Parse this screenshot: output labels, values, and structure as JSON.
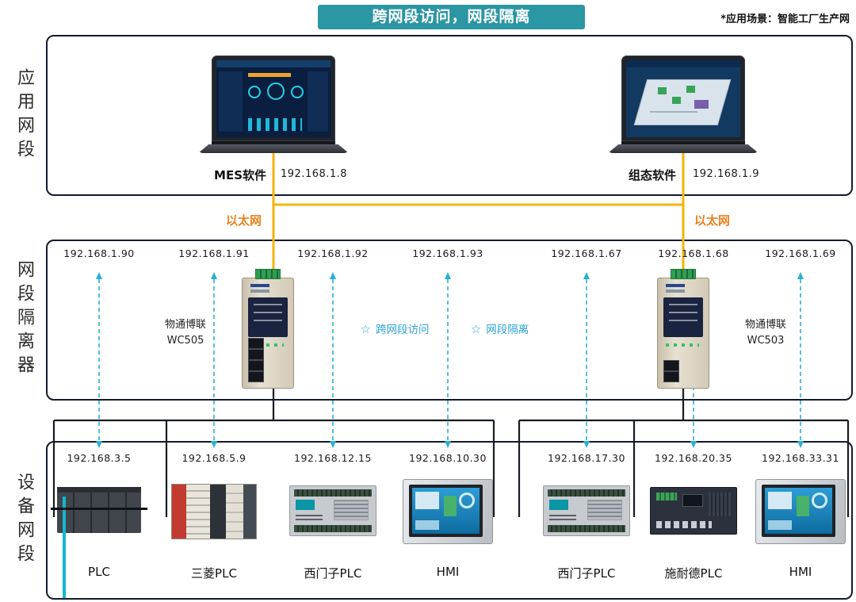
{
  "banner": {
    "title": "跨网段访问，网段隔离"
  },
  "scenario_note": "*应用场景：智能工厂生产网",
  "sections": [
    {
      "id": "app",
      "label": "应用网段"
    },
    {
      "id": "isolator",
      "label": "网段隔离器"
    },
    {
      "id": "device",
      "label": "设备网段"
    }
  ],
  "app_segment": {
    "laptops": [
      {
        "name": "MES软件",
        "ip": "192.168.1.8"
      },
      {
        "name": "组态软件",
        "ip": "192.168.1.9"
      }
    ]
  },
  "ethernet": {
    "labels": [
      "以太网",
      "以太网"
    ]
  },
  "isolator_segment": {
    "ips": [
      "192.168.1.90",
      "192.168.1.91",
      "192.168.1.92",
      "192.168.1.93",
      "192.168.1.67",
      "192.168.1.68",
      "192.168.1.69"
    ],
    "devices": [
      {
        "brand": "物通博联",
        "model": "WC505"
      },
      {
        "brand": "物通博联",
        "model": "WC503"
      }
    ],
    "features": [
      {
        "icon": "☆",
        "text": "跨网段访问"
      },
      {
        "icon": "☆",
        "text": "网段隔离"
      }
    ]
  },
  "device_segment": {
    "devices": [
      {
        "ip": "192.168.3.5",
        "label": "PLC"
      },
      {
        "ip": "192.168.5.9",
        "label": "三菱PLC"
      },
      {
        "ip": "192.168.12.15",
        "label": "西门子PLC"
      },
      {
        "ip": "192.168.10.30",
        "label": "HMI"
      },
      {
        "ip": "192.168.17.30",
        "label": "西门子PLC"
      },
      {
        "ip": "192.168.20.35",
        "label": "施耐德PLC"
      },
      {
        "ip": "192.168.33.31",
        "label": "HMI"
      }
    ]
  },
  "colors": {
    "banner_bg": "#2B96A4",
    "ethernet_line": "#F6B40A",
    "ethernet_text": "#E8821E",
    "dashed_arrow": "#2AAFD6",
    "feature_text": "#2BA3D6",
    "box_border": "#141A2E"
  }
}
